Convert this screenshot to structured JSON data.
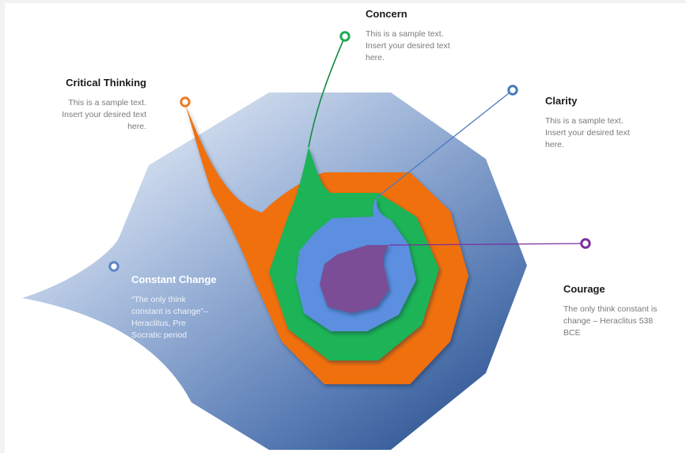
{
  "labels": {
    "concern": {
      "title": "Concern",
      "lines": [
        "This is a sample text.",
        "Insert your desired text",
        "here."
      ]
    },
    "critical_thinking": {
      "title": "Critical Thinking",
      "lines": [
        "This is a sample text.",
        "Insert your desired text",
        "here."
      ]
    },
    "clarity": {
      "title": "Clarity",
      "lines": [
        "This is a sample text.",
        "Insert your desired text",
        "here."
      ]
    },
    "courage": {
      "title": "Courage",
      "lines": [
        "The only think constant is",
        "change – Heraclitus 538",
        "BCE"
      ]
    },
    "constant_change": {
      "title": "Constant Change",
      "lines": [
        "“The only think",
        "constant is change”–",
        "Heraclitus, Pre",
        "Socratic period"
      ]
    }
  },
  "colors": {
    "slide_bg": "#f2f2f2",
    "outer_shape_light": "#eef2f9",
    "outer_shape_dark": "#3b5f97",
    "orange": "#f0700f",
    "green": "#1eb457",
    "blue": "#5b8fe0",
    "purple": "#7a4e96",
    "concern_marker": "#1faa55",
    "critical_marker": "#f07a1e",
    "clarity_marker": "#4a79c2",
    "courage_marker": "#7b2e9b",
    "change_marker": "#5d84c2"
  }
}
